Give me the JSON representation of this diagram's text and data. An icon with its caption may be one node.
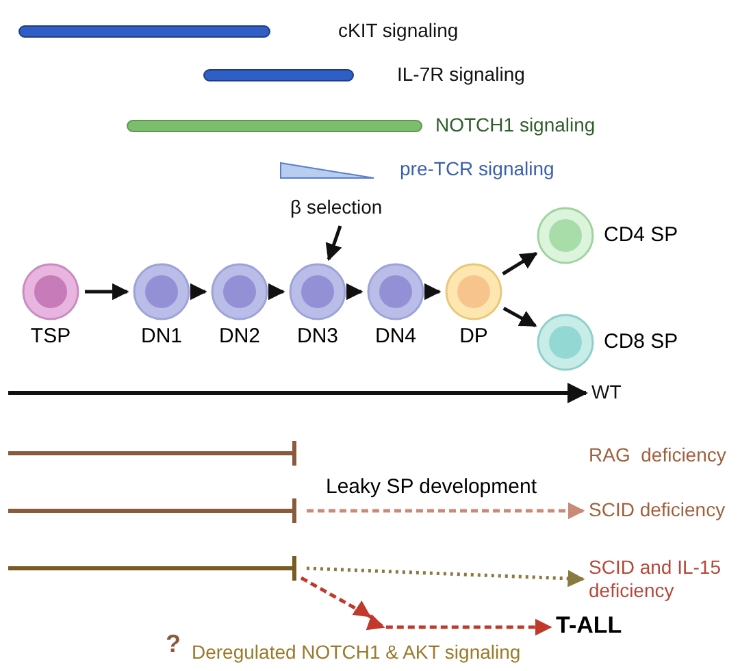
{
  "diagram": {
    "nodes": [
      {
        "text": [
          "TSP"
        ]
      },
      {
        "text": [
          "DN1"
        ]
      },
      {
        "text": [
          "DN2"
        ]
      },
      {
        "text": [
          "DN3"
        ]
      },
      {
        "text": [
          "DN4"
        ]
      },
      {
        "text": [
          "DP"
        ]
      },
      {
        "text": [
          "CD4 SP"
        ]
      },
      {
        "text": [
          "CD8 SP"
        ]
      },
      {
        "text": [
          "β selection"
        ]
      },
      {
        "text": [
          "WT"
        ]
      },
      {
        "text": [
          "SCID  deficiency"
        ]
      },
      {
        "text": [
          "SCID and IL-15 deficiency"
        ]
      },
      {
        "text": [
          "T-ALL"
        ]
      }
    ],
    "edges": [
      {
        "from": 0,
        "to": 1,
        "arrow": "to"
      },
      {
        "from": 1,
        "to": 2,
        "arrow": "to"
      },
      {
        "from": 2,
        "to": 3,
        "arrow": "to"
      },
      {
        "from": 3,
        "to": 4,
        "arrow": "to"
      },
      {
        "from": 4,
        "to": 5,
        "arrow": "to"
      },
      {
        "from": 5,
        "to": 6,
        "arrow": "to"
      },
      {
        "from": 5,
        "to": 7,
        "arrow": "to"
      },
      {
        "from": 8,
        "to": 3,
        "arrow": "to"
      },
      {
        "from": null,
        "to": 9,
        "arrow": "to"
      },
      {
        "from": null,
        "to": 10,
        "arrow": "to",
        "label": "Leaky SP development",
        "style": "dashed",
        "color": "#c98a78"
      },
      {
        "from": null,
        "to": 11,
        "arrow": "to",
        "style": "dashed",
        "color": "#8a7a40"
      },
      {
        "from": null,
        "to": 12,
        "arrow": "to",
        "style": "dashed",
        "color": "#c0392b"
      }
    ],
    "labels": [
      "cKIT signaling",
      "IL-7R signaling",
      "NOTCH1 signaling",
      "pre-TCR signaling",
      "RAG  deficiency",
      "?",
      "Deregulated NOTCH1 & AKT signaling"
    ]
  }
}
